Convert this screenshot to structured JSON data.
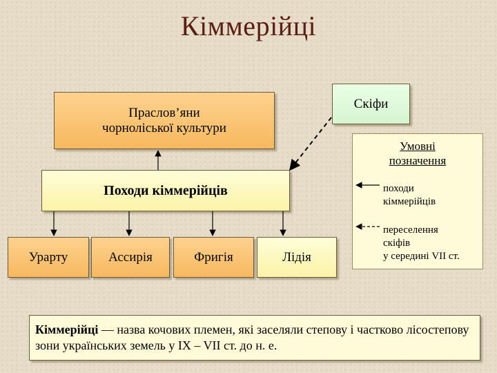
{
  "title": "Кіммерійці",
  "nodes": {
    "praslovyany": [
      "Праслов’яни",
      "чорноліської культури"
    ],
    "skify": "Скіфи",
    "pokhody": "Походи кіммерійців",
    "destinations": [
      "Урарту",
      "Ассирія",
      "Фригія",
      "Лідія"
    ]
  },
  "legend": {
    "title": [
      "Умовні",
      "позначення"
    ],
    "items": [
      {
        "style": "solid",
        "label": [
          "походи",
          "кіммерійців"
        ]
      },
      {
        "style": "dashed",
        "label": [
          "переселення",
          "скіфів",
          "у середині VII ст."
        ]
      }
    ]
  },
  "definition": {
    "term": "Кіммерійці",
    "text": " — назва кочових племен, які заселяли степову і частково лісостепову зони українських земель у IX – VII ст. до н. е."
  }
}
